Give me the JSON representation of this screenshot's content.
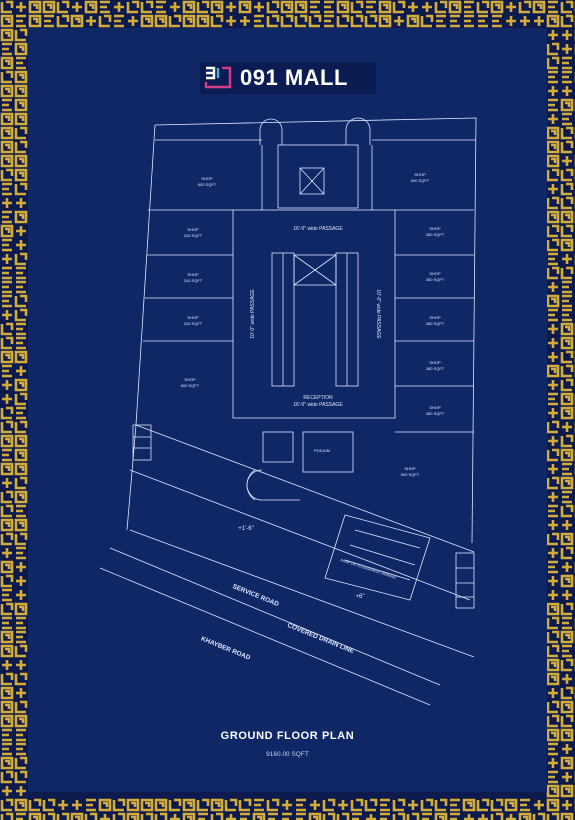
{
  "brand": {
    "mark": "091",
    "name": "091 MALL"
  },
  "colors": {
    "background": "#102766",
    "border_gold": "#d4ac3a",
    "border_navy": "#0c1a4d",
    "lines": "#dfe7ff"
  },
  "plan": {
    "shop_label": "SHOP",
    "shops": [
      {
        "area": "600 SQFT"
      },
      {
        "area": "600 SQFT"
      },
      {
        "area": "310 SQFT"
      },
      {
        "area": "310 SQFT"
      },
      {
        "area": "310 SQFT"
      },
      {
        "area": "600 SQFT"
      },
      {
        "area": "280 SQFT"
      },
      {
        "area": "280 SQFT"
      },
      {
        "area": "280 SQFT"
      },
      {
        "area": "280 SQFT"
      },
      {
        "area": "280 SQFT"
      },
      {
        "area": "600 SQFT"
      }
    ],
    "passage_top": "16'-0\" wide PASSAGE",
    "passage_left": "10'-0\" wide PASSAGE",
    "passage_right": "10'-0\" wide PASSAGE",
    "reception": "RECEPTION",
    "passage_bottom": "16'-0\" wide PASSAGE",
    "podium": "PODIUM",
    "level_left": "+1'-6\"",
    "level_ramp": "+6\"",
    "ramp": "RAMP DN TO BASEMENT PARKING",
    "service_road": "SERVICE ROAD",
    "covered_drain": "COVERED DRAIN LINE",
    "khayber_road": "KHAYBER ROAD"
  },
  "caption": {
    "title": "GROUND FLOOR PLAN",
    "area": "9160.00 SQFT"
  }
}
